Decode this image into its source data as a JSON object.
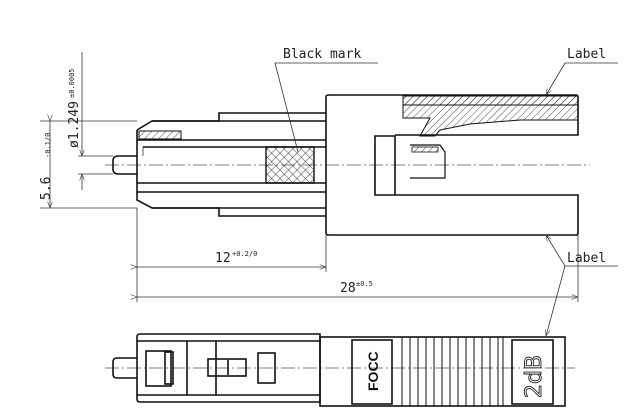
{
  "drawing": {
    "black_mark_label": "Black mark",
    "label_top": "Label",
    "label_bottom": "Label",
    "dim_diameter": "ø1.249",
    "dim_diameter_tol": "±0.0005",
    "dim_height": "5.6",
    "dim_height_tol": "-0.1/0",
    "dim_front_length": "12",
    "dim_front_length_tol": "+0.2/0",
    "dim_total_length": "28",
    "dim_total_length_tol": "±0.5",
    "brand_text": "FOCC",
    "attenuation_text": "2dB"
  }
}
